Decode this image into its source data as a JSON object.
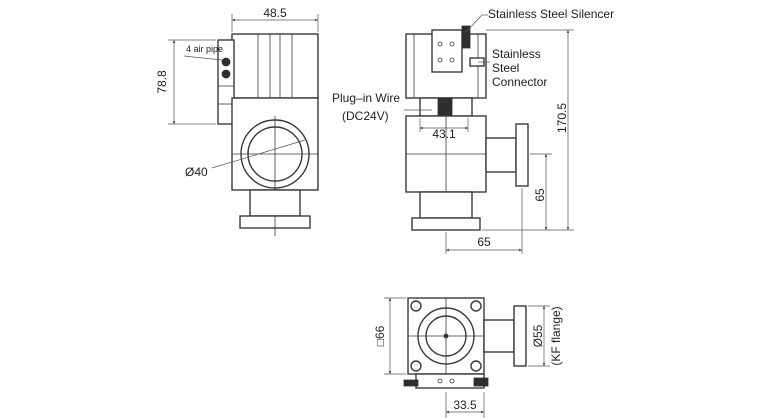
{
  "labels": {
    "dim_48_5": "48.5",
    "dim_78_8": "78.8",
    "air_pipe": "4 air pipe",
    "dim_d40": "Ø40",
    "silencer": "Stainless Steel Silencer",
    "connector_line1": "Stainless",
    "connector_line2": "Steel",
    "connector_line3": "Connector",
    "plug_in_wire": "Plug–in Wire",
    "dc24v": "(DC24V)",
    "dim_43_1": "43.1",
    "dim_170_5": "170.5",
    "dim_65_v": "65",
    "dim_65_h": "65",
    "dim_sq66": "□66",
    "dim_d55": "Ø55",
    "kf_flange": "(KF flange)",
    "dim_33_5": "33.5"
  },
  "colors": {
    "line": "#3a3a3a",
    "text": "#222222",
    "background": "#ffffff"
  }
}
